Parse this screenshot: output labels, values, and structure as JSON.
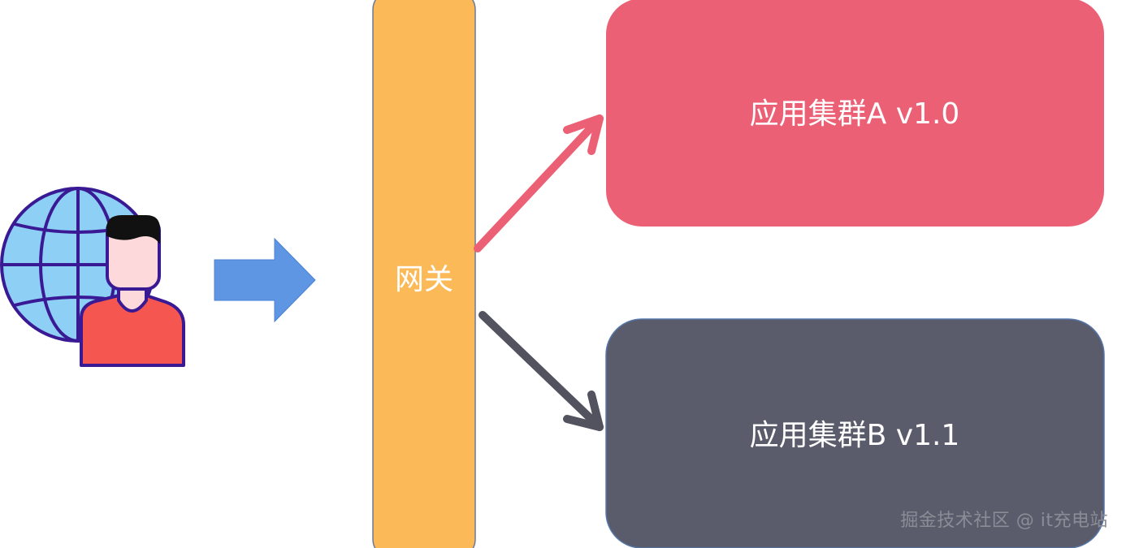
{
  "nodes": {
    "gateway": {
      "label": "网关",
      "color": "#fbb957"
    },
    "cluster_a": {
      "label": "应用集群A v1.0",
      "color": "#ec6075"
    },
    "cluster_b": {
      "label": "应用集群B v1.1",
      "color": "#5b5c6b"
    }
  },
  "arrows": {
    "user_to_gateway": {
      "color": "#5f96e3"
    },
    "gateway_to_a": {
      "color": "#ec6075"
    },
    "gateway_to_b": {
      "color": "#52535f"
    }
  },
  "user_icon": {
    "icon": "global-user-icon",
    "globe_color": "#8ecff6",
    "outline_color": "#3a1a94",
    "shirt_color": "#f5564f",
    "skin_color": "#fdd9dc",
    "hair_color": "#111111"
  },
  "watermark": "掘金技术社区 @ it充电站"
}
